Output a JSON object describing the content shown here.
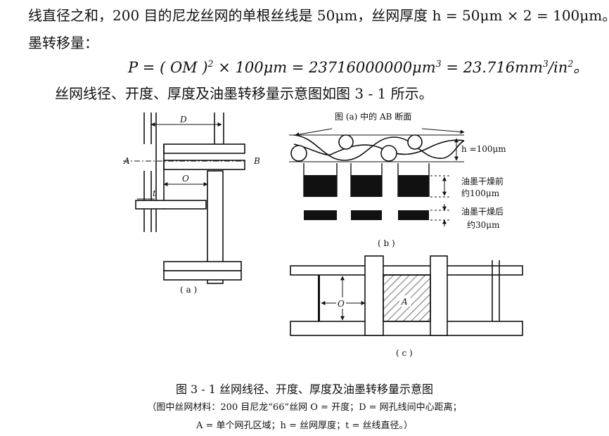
{
  "text": {
    "line1": "线直径之和，200 目的尼龙丝网的单根丝线是 50μm，丝网厚度 h = 50μm × 2 = 100μm。油",
    "line2": "墨转移量：",
    "formula_a": "P = ( OM )",
    "formula_exp1": "2",
    "formula_b": " × 100μm = 23716000000μm",
    "formula_exp2": "3",
    "formula_c": " = 23.716mm",
    "formula_exp3": "3",
    "formula_d": "/in",
    "formula_exp4": "2",
    "formula_e": "。",
    "line4": "丝网线径、开度、厚度及油墨转移量示意图如图 3 - 1 所示。"
  },
  "figure": {
    "a": {
      "label_D": "D",
      "label_A": "A",
      "label_B": "B",
      "label_O": "O",
      "label_t": "t",
      "caption": "( a )"
    },
    "b": {
      "title": "图 (a) 中的 AB 断面",
      "label_h": "h =100μm",
      "label_before_1": "油墨干燥前",
      "label_before_2": "约100μm",
      "label_after_1": "油墨干燥后",
      "label_after_2": "约30μm",
      "caption": "( b )"
    },
    "c": {
      "label_O": "O",
      "label_A": "A",
      "caption": "( c )"
    }
  },
  "caption": {
    "title": "图 3 - 1    丝网线径、开度、厚度及油墨转移量示意图",
    "note1": "（图中丝网材料：200 目尼龙“66”丝网 O = 开度；D = 网孔线间中心距离；",
    "note2": "A = 单个网孔区域；h = 丝网厚度；t = 丝线直径。）"
  }
}
